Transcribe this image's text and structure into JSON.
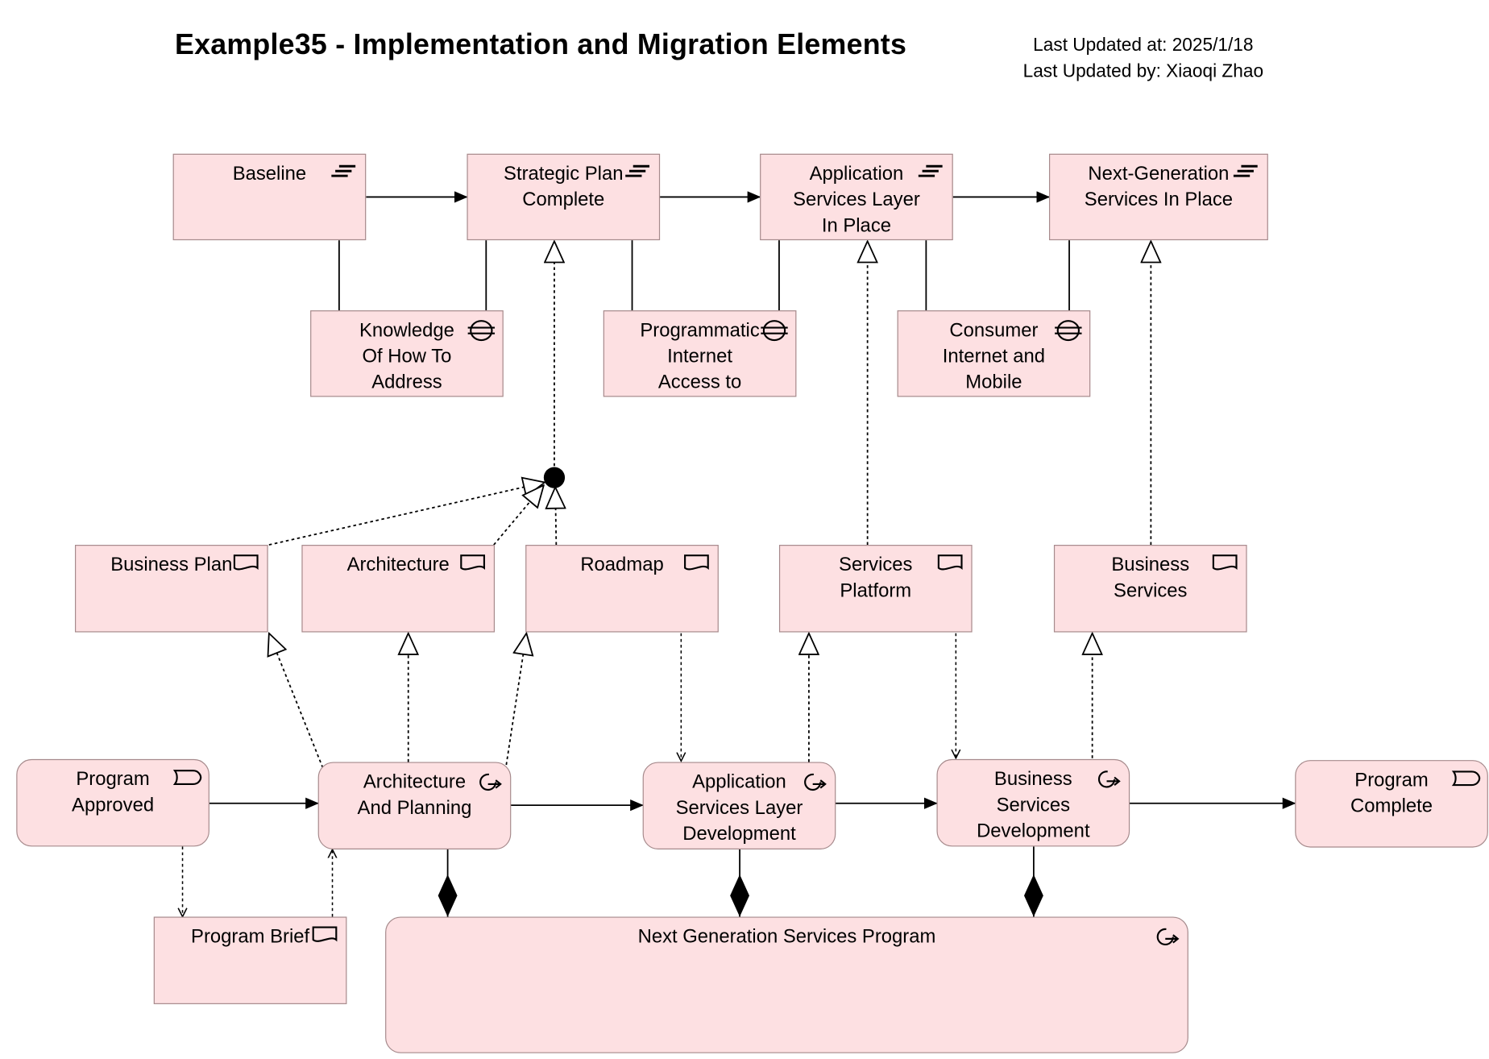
{
  "header": {
    "title": "Example35 - Implementation and Migration Elements",
    "last_updated_at": "Last Updated at: 2025/1/18",
    "last_updated_by": "Last Updated by: Xiaoqi Zhao"
  },
  "plateaus": {
    "baseline": [
      "Baseline"
    ],
    "strategic_plan": [
      "Strategic Plan",
      "Complete"
    ],
    "app_services_layer": [
      "Application",
      "Services Layer",
      "In Place"
    ],
    "next_gen_services": [
      "Next-Generation",
      "Services In Place"
    ]
  },
  "gaps": {
    "knowledge": [
      "Knowledge",
      "Of How To",
      "Address"
    ],
    "programmatic": [
      "Programmatic",
      "Internet",
      "Access to"
    ],
    "consumer": [
      "Consumer",
      "Internet and",
      "Mobile"
    ]
  },
  "deliverables": {
    "business_plan": [
      "Business Plan"
    ],
    "architecture": [
      "Architecture"
    ],
    "roadmap": [
      "Roadmap"
    ],
    "services_platform": [
      "Services",
      "Platform"
    ],
    "business_services": [
      "Business",
      "Services"
    ],
    "program_brief": [
      "Program Brief"
    ]
  },
  "events": {
    "program_approved": [
      "Program",
      "Approved"
    ],
    "program_complete": [
      "Program",
      "Complete"
    ]
  },
  "work_packages": {
    "arch_planning": [
      "Architecture",
      "And Planning"
    ],
    "app_services_dev": [
      "Application",
      "Services Layer",
      "Development"
    ],
    "business_services_dev": [
      "Business",
      "Services",
      "Development"
    ],
    "next_gen_program": [
      "Next Generation Services Program"
    ]
  },
  "colors": {
    "element_fill": "#fde0e2",
    "element_border": "#a68a8c",
    "line": "#000000"
  },
  "icons": {
    "plateau": "plateau-icon",
    "gap": "gap-icon",
    "deliverable": "deliverable-icon",
    "event": "event-icon",
    "work_package": "work-package-icon"
  }
}
